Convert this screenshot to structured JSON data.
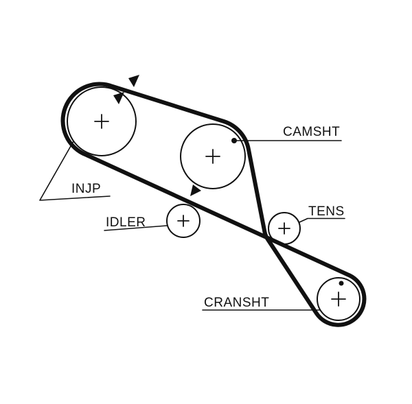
{
  "diagram": {
    "type": "timing-belt-routing-diagram",
    "background": "#ffffff",
    "ink": "#111111",
    "pulleys": [
      {
        "id": "injp",
        "label": "INJP"
      },
      {
        "id": "camsht",
        "label": "CAMSHT"
      },
      {
        "id": "idler",
        "label": "IDLER"
      },
      {
        "id": "tens",
        "label": "TENS"
      },
      {
        "id": "cransht",
        "label": "CRANSHT"
      }
    ],
    "icons": [
      {
        "name": "belt-direction-arrow-1",
        "shape": "filled-triangle"
      },
      {
        "name": "belt-direction-arrow-2",
        "shape": "filled-triangle"
      },
      {
        "name": "camsht-rotation-arrow",
        "shape": "filled-triangle"
      },
      {
        "name": "camsht-callout-dot",
        "shape": "filled-circle"
      },
      {
        "name": "cransht-timing-dot",
        "shape": "filled-circle"
      }
    ]
  }
}
